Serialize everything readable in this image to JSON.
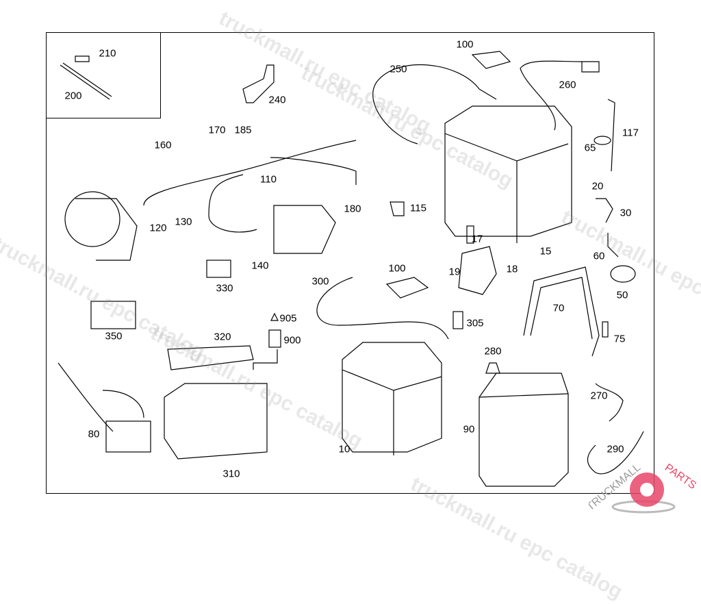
{
  "watermark": "truckmall.ru epc catalog",
  "logo": {
    "text": "TRUCKMALLPARTS",
    "color_primary": "#e8476a",
    "color_secondary": "#9a9a9a"
  },
  "labels": [
    "210",
    "200",
    "240",
    "100",
    "250",
    "260",
    "117",
    "65",
    "170",
    "185",
    "160",
    "110",
    "20",
    "30",
    "180",
    "115",
    "120",
    "130",
    "17",
    "15",
    "60",
    "140",
    "100",
    "19",
    "18",
    "330",
    "300",
    "50",
    "70",
    "905",
    "350",
    "320",
    "900",
    "305",
    "75",
    "280",
    "270",
    "90",
    "80",
    "10",
    "290",
    "310"
  ]
}
